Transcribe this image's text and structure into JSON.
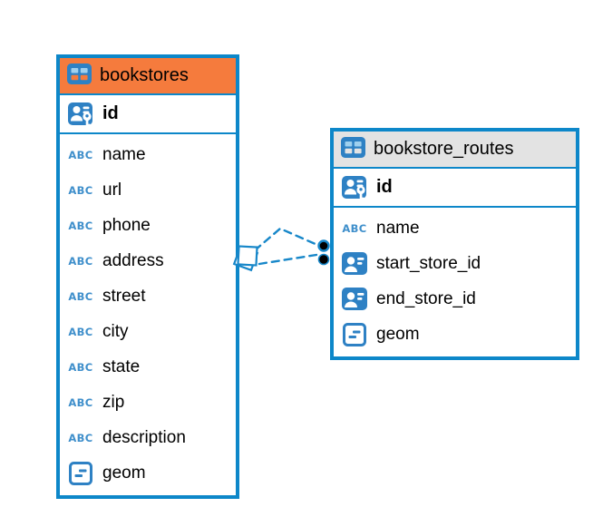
{
  "diagram": {
    "kind": "entity-relationship-diagram"
  },
  "icon_labels": {
    "text_type": "ABC"
  },
  "colors": {
    "table_border": "#0d87c9",
    "header_orange": "#f57b3d",
    "header_gray": "#e3e3e3",
    "icon_blue": "#2e81c4",
    "icon_cell_light": "#9fd0ee",
    "connector_blue": "#1787c9",
    "connector_dot_fill": "#000000",
    "text": "#000000"
  },
  "tables": [
    {
      "name": "bookstores",
      "header_style": "orange",
      "primary_key": "id",
      "columns": [
        {
          "name": "name",
          "type": "text"
        },
        {
          "name": "url",
          "type": "text"
        },
        {
          "name": "phone",
          "type": "text"
        },
        {
          "name": "address",
          "type": "text"
        },
        {
          "name": "street",
          "type": "text"
        },
        {
          "name": "city",
          "type": "text"
        },
        {
          "name": "state",
          "type": "text"
        },
        {
          "name": "zip",
          "type": "text"
        },
        {
          "name": "description",
          "type": "text"
        },
        {
          "name": "geom",
          "type": "geometry"
        }
      ]
    },
    {
      "name": "bookstore_routes",
      "header_style": "gray",
      "primary_key": "id",
      "columns": [
        {
          "name": "name",
          "type": "text"
        },
        {
          "name": "start_store_id",
          "type": "reference"
        },
        {
          "name": "end_store_id",
          "type": "reference"
        },
        {
          "name": "geom",
          "type": "geometry"
        }
      ]
    }
  ],
  "connectors": {
    "count": 2,
    "line_style": "dashed",
    "bookstores_end_marker": "diamond",
    "bookstore_routes_end_marker": "filled-dot"
  }
}
